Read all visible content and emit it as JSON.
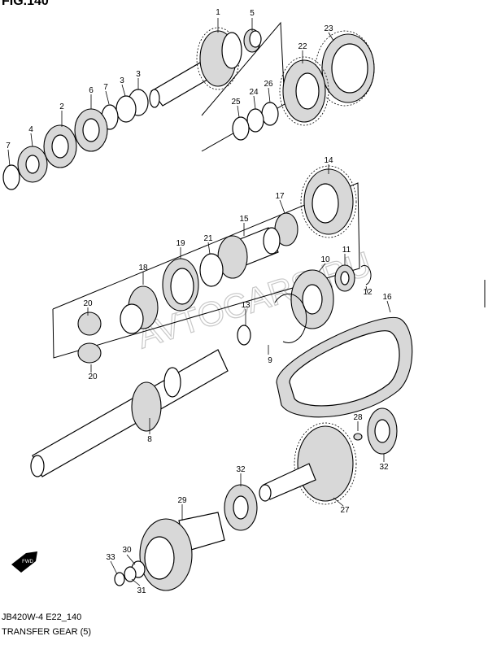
{
  "figure_title": "FIG.140",
  "footer": {
    "line1": "JB420W-4 E22_140",
    "line2": "TRANSFER GEAR (5)"
  },
  "watermark": "AVTOCARS.RU",
  "fwd_icon_label": "FWD",
  "callouts": [
    "1",
    "5",
    "23",
    "22",
    "7",
    "3",
    "3",
    "6",
    "2",
    "4",
    "7",
    "25",
    "24",
    "26",
    "14",
    "17",
    "15",
    "21",
    "19",
    "11",
    "10",
    "12",
    "18",
    "20",
    "20",
    "13",
    "9",
    "16",
    "8",
    "28",
    "27",
    "32",
    "32",
    "29",
    "30",
    "33",
    "31"
  ]
}
